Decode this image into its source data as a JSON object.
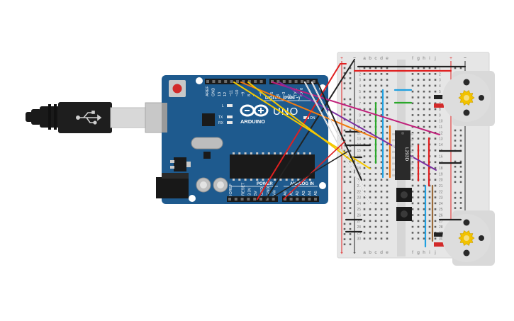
{
  "board": {
    "brand": "ARDUINO",
    "model": "UNO",
    "digital_label": "DIGITAL (PWM ~)",
    "power_label": "POWER",
    "analog_label": "ANALOG IN",
    "on_label": "ON",
    "led_l": "L",
    "led_tx": "TX",
    "led_rx": "RX",
    "top_pins": [
      "AREF",
      "GND",
      "13",
      "12",
      "~11",
      "~10",
      "~9",
      "8",
      "7",
      "~6",
      "~5",
      "4",
      "~3",
      "2",
      "TX 1",
      "RX 0"
    ],
    "power_pins": [
      "IOREF",
      "RESET",
      "3.3V",
      "5V",
      "GND",
      "GND",
      "Vin"
    ],
    "analog_pins": [
      "A0",
      "A1",
      "A2",
      "A3",
      "A4",
      "A5"
    ]
  },
  "chip": {
    "label": "L293D"
  },
  "breadboard": {
    "plus": "+",
    "minus": "−",
    "cols_left": [
      "a",
      "b",
      "c",
      "d",
      "e"
    ],
    "cols_right": [
      "f",
      "g",
      "h",
      "i",
      "j"
    ],
    "row_numbers": [
      "1",
      "2",
      "3",
      "4",
      "5",
      "6",
      "7",
      "8",
      "9",
      "10",
      "11",
      "12",
      "13",
      "14",
      "15",
      "16",
      "17",
      "18",
      "19",
      "20",
      "21",
      "22",
      "23",
      "24",
      "25",
      "26",
      "27",
      "28",
      "29",
      "30"
    ]
  },
  "colors": {
    "board": "#1e5a8e",
    "breadboard": "#e6e6e6",
    "chip": "#2a2a2a",
    "motor": "#dddddd",
    "gear": "#f2c200",
    "wire_red": "#e02020",
    "wire_black": "#222222",
    "wire_magenta": "#c0207a",
    "wire_purple": "#7a2ea0",
    "wire_orange": "#f07a10",
    "wire_yellow": "#f5c800",
    "wire_green": "#2aa82a",
    "wire_blue": "#20a0e0",
    "wire_brown": "#9a6a3a",
    "wire_white": "#f4f4f4"
  },
  "icons": [
    "usb-cable-icon",
    "usb-symbol-icon",
    "arduino-logo-icon",
    "motor-gear-icon",
    "pushbutton-icon"
  ]
}
